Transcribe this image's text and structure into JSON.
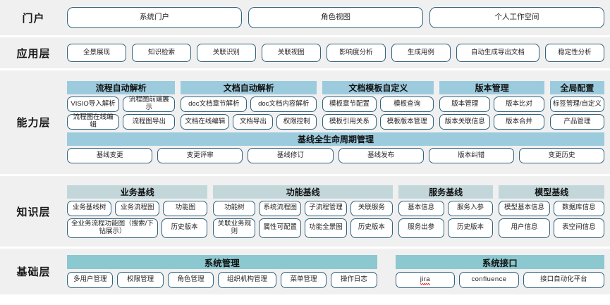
{
  "colors": {
    "band_bg": "#f0f0f0",
    "pill_border": "#31637f",
    "capability_header": "#9ccbde",
    "knowledge_header": "#c3d7db",
    "base_header": "#8cc8cf",
    "page_bg": "#ffffff"
  },
  "layers": [
    {
      "label": "门户",
      "items": [
        "系统门户",
        "角色视图",
        "个人工作空间"
      ]
    },
    {
      "label": "应用层",
      "items": [
        "全景展现",
        "知识检索",
        "关联识别",
        "关联视图",
        "影响度分析",
        "生成用例",
        "自动生成导出文档",
        "稳定性分析"
      ]
    },
    {
      "label": "能力层",
      "groups": [
        {
          "title": "流程自动解析",
          "rows": [
            [
              "VISIO导入解析",
              "流程图前端展示"
            ],
            [
              "流程图在线编辑",
              "流程图导出"
            ]
          ]
        },
        {
          "title": "文档自动解析",
          "rows": [
            [
              "doc文档章节解析",
              "doc文档内容解析"
            ],
            [
              "文档在线编辑",
              "文档导出",
              "权限控制"
            ]
          ]
        },
        {
          "title": "文档模板自定义",
          "rows": [
            [
              "模板章节配置",
              "模板查询"
            ],
            [
              "模板引用关系",
              "模板版本管理"
            ]
          ]
        },
        {
          "title": "版本管理",
          "rows": [
            [
              "版本管理",
              "版本比对"
            ],
            [
              "版本关联信息",
              "版本合并"
            ]
          ]
        },
        {
          "title": "全局配置",
          "rows": [
            [
              "标签管理/自定义"
            ],
            [
              "产品管理"
            ]
          ]
        }
      ],
      "lifecycle": {
        "title": "基线全生命周期管理",
        "items": [
          "基线变更",
          "变更评审",
          "基线修订",
          "基线发布",
          "版本纠错",
          "变更历史"
        ]
      }
    },
    {
      "label": "知识层",
      "groups": [
        {
          "title": "业务基线",
          "rows": [
            [
              "业务基线树",
              "业务流程图",
              "功能图"
            ],
            [
              "全业务流程功能图（搜索/下钻展示）",
              "历史版本"
            ]
          ]
        },
        {
          "title": "功能基线",
          "rows": [
            [
              "功能树",
              "系统流程图",
              "子流程管理",
              "关联服务"
            ],
            [
              "关联业务规则",
              "属性可配置",
              "功能全景图",
              "历史版本"
            ]
          ]
        },
        {
          "title": "服务基线",
          "rows": [
            [
              "基本信息",
              "服务入参"
            ],
            [
              "服务出参",
              "历史版本"
            ]
          ]
        },
        {
          "title": "模型基线",
          "rows": [
            [
              "模型基本信息",
              "数据库信息"
            ],
            [
              "用户信息",
              "表空间信息"
            ]
          ]
        }
      ]
    },
    {
      "label": "基础层",
      "groups": [
        {
          "title": "系统管理",
          "rows": [
            [
              "多用户管理",
              "权限管理",
              "角色管理",
              "组织机构管理",
              "菜单管理",
              "操作日志"
            ]
          ]
        },
        {
          "title": "系统接口",
          "rows": [
            [
              "jira",
              "confluence",
              "接口自动化平台"
            ]
          ]
        }
      ]
    }
  ]
}
